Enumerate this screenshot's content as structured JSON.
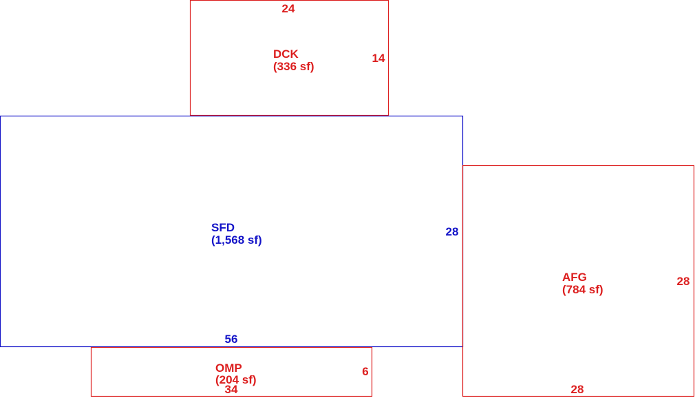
{
  "colors": {
    "main": "#1414c8",
    "addition": "#dc1e1e",
    "background": "#ffffff"
  },
  "areas": {
    "sfd": {
      "code": "SFD",
      "area": "(1,568 sf)",
      "width": "56",
      "depth": "28"
    },
    "dck": {
      "code": "DCK",
      "area": "(336 sf)",
      "width": "24",
      "depth": "14"
    },
    "afg": {
      "code": "AFG",
      "area": "(784 sf)",
      "width": "28",
      "depth": "28"
    },
    "omp": {
      "code": "OMP",
      "area": "(204 sf)",
      "width": "34",
      "depth": "6"
    }
  }
}
